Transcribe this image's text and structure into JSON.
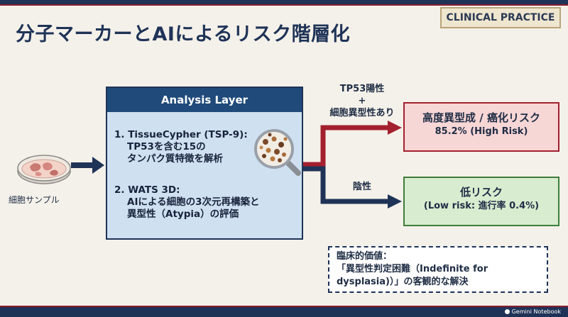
{
  "header": {
    "title": "分子マーカーとAIによるリスク階層化",
    "badge": "CLINICAL PRACTICE"
  },
  "sample": {
    "label": "細胞サンプル"
  },
  "analysis": {
    "heading": "Analysis Layer",
    "items": [
      {
        "lines": [
          "1. TissueCypher (TSP-9):",
          "TP53を含む15の",
          "タンパク質特徴を解析"
        ]
      },
      {
        "lines": [
          "2. WATS 3D:",
          "AIによる細胞の3次元再構築と",
          "異型性（Atypia）の評価"
        ]
      }
    ]
  },
  "conditions": {
    "positive": [
      "TP53陽性",
      "+",
      "細胞異型性あり"
    ],
    "negative": "陰性"
  },
  "outcomes": {
    "high": {
      "title": "高度異型成 / 癌化リスク",
      "detail": "85.2% (High Risk)"
    },
    "low": {
      "title": "低リスク",
      "detail": "(Low risk: 進行率 0.4%)"
    }
  },
  "clinical_value": {
    "lines": [
      "臨床的価値：",
      "「異型性判定困難（Indefinite for",
      "dysplasia)）」の客観的な解決"
    ]
  },
  "footer": {
    "brand": "Gemini Notebook"
  },
  "colors": {
    "navy": "#1f3357",
    "red": "#a3202e",
    "green": "#3f7d3a",
    "panel": "#cfe0f1"
  }
}
